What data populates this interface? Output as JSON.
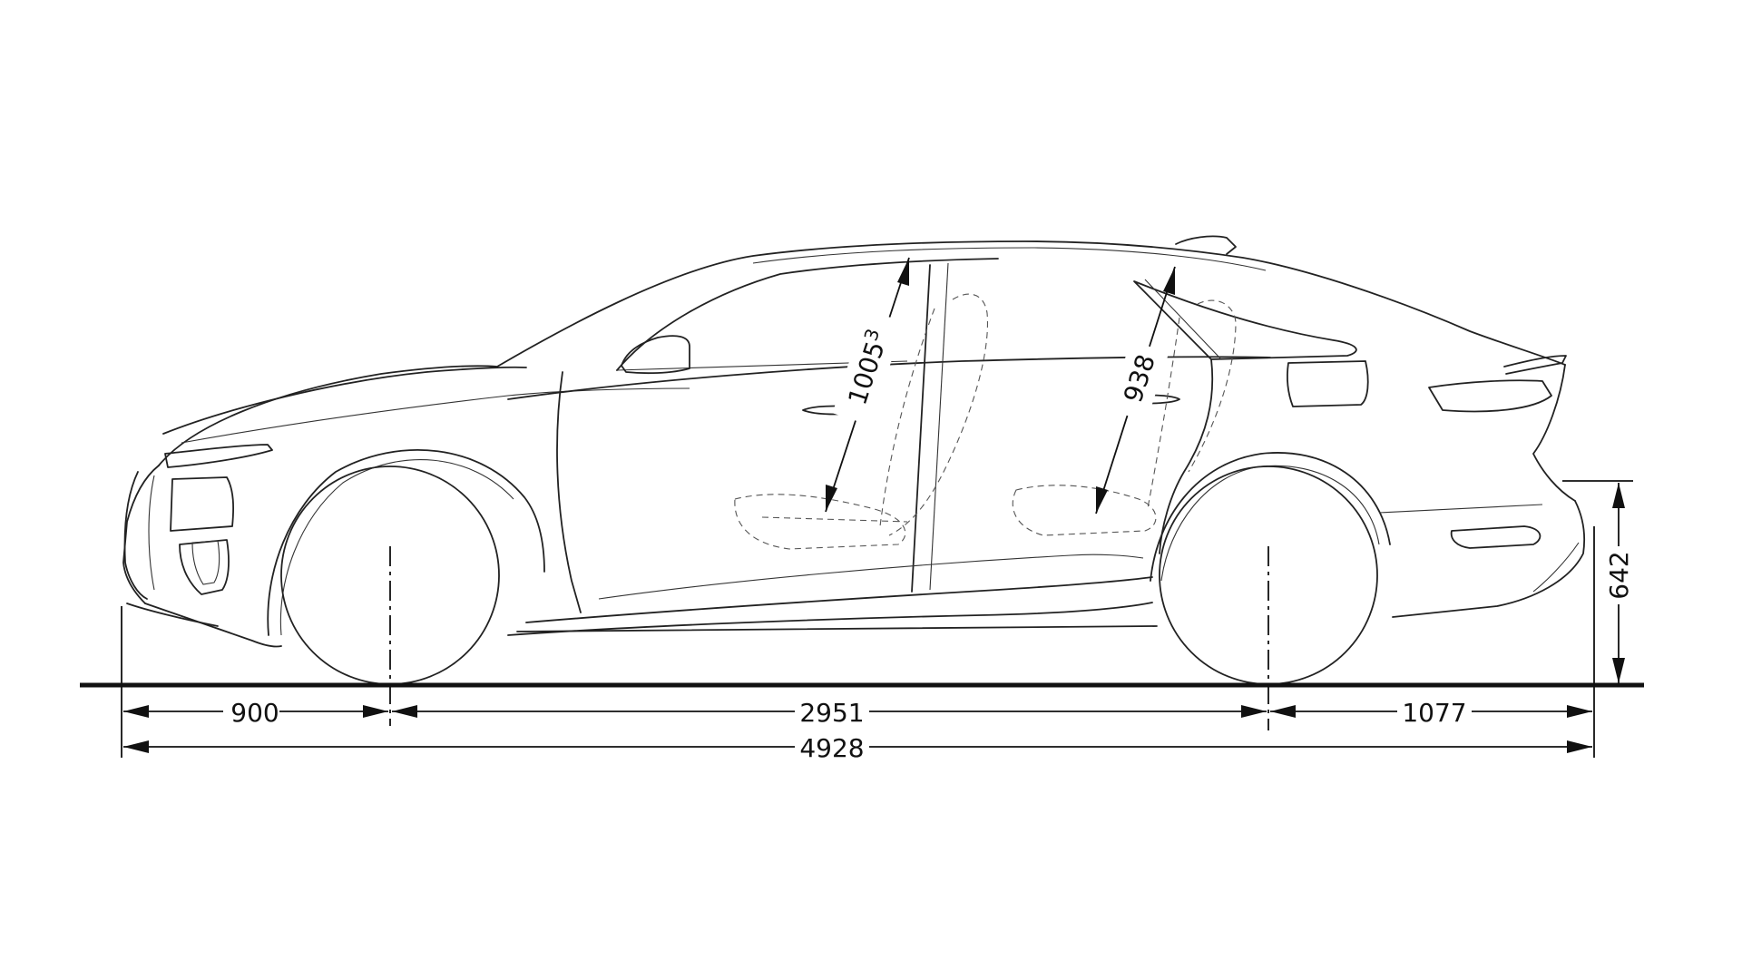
{
  "dimensions": {
    "front_overhang": "900",
    "wheelbase": "2951",
    "rear_overhang": "1077",
    "overall_length": "4928",
    "ground_clearance_rear": "642",
    "front_headroom": "1005",
    "front_headroom_footnote": "3",
    "rear_headroom": "938"
  },
  "colors": {
    "line": "#222222",
    "background": "#ffffff"
  }
}
